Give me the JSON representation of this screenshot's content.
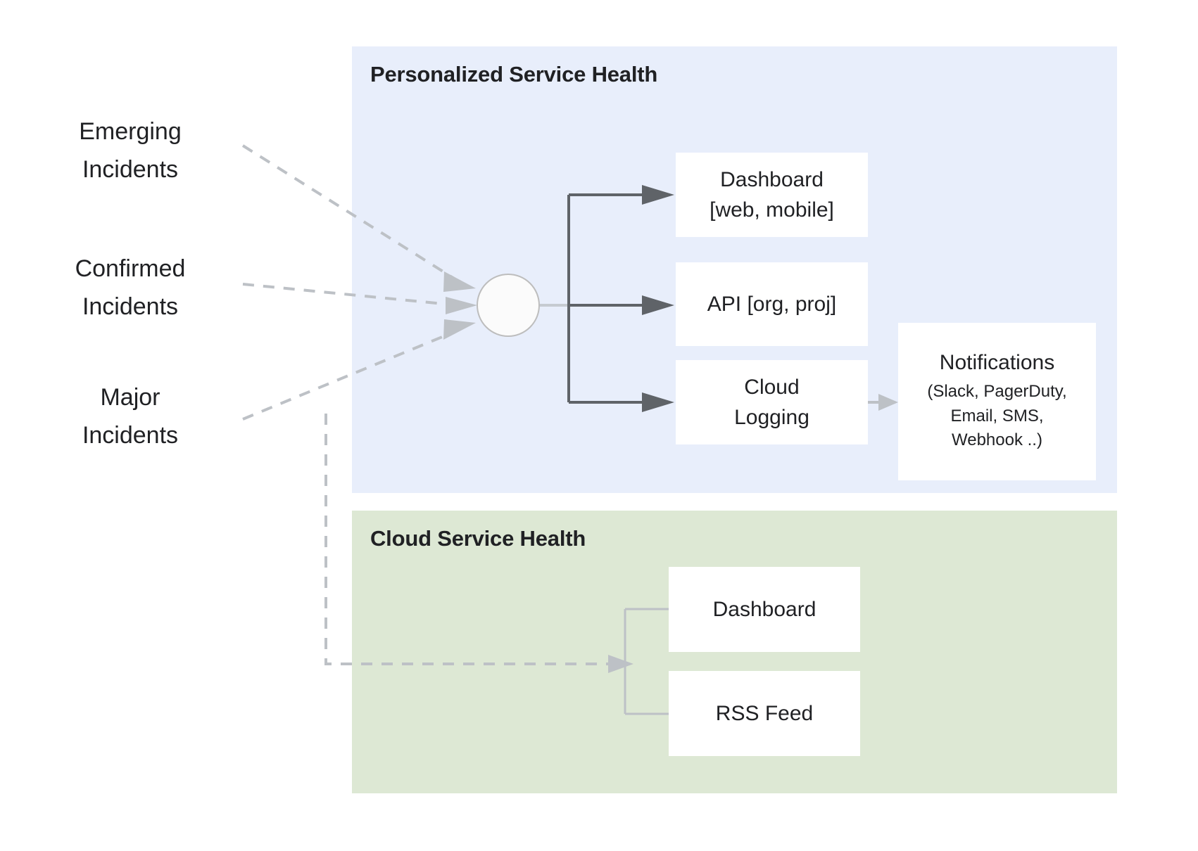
{
  "diagram": {
    "sources": [
      {
        "id": "emerging",
        "line1": "Emerging",
        "line2": "Incidents"
      },
      {
        "id": "confirmed",
        "line1": "Confirmed",
        "line2": "Incidents"
      },
      {
        "id": "major",
        "line1": "Major",
        "line2": "Incidents"
      }
    ],
    "panels": [
      {
        "id": "personalized-service-health",
        "title": "Personalized Service Health",
        "color": "#e8eefb",
        "nodes": [
          {
            "id": "dashboard-psh",
            "line1": "Dashboard",
            "line2": "[web, mobile]"
          },
          {
            "id": "api",
            "line1": "API [org, proj]",
            "line2": ""
          },
          {
            "id": "cloud-logging",
            "line1": "Cloud",
            "line2": "Logging"
          },
          {
            "id": "notifications",
            "title": "Notifications",
            "sub_line1": "(Slack, PagerDuty,",
            "sub_line2": "Email, SMS,",
            "sub_line3": "Webhook ..)"
          }
        ]
      },
      {
        "id": "cloud-service-health",
        "title": "Cloud Service Health",
        "color": "#dde8d4",
        "nodes": [
          {
            "id": "dashboard-csh",
            "line1": "Dashboard",
            "line2": ""
          },
          {
            "id": "rss-feed",
            "line1": "RSS Feed",
            "line2": ""
          }
        ]
      }
    ],
    "hub": {
      "id": "aggregation-hub",
      "label": ""
    },
    "colors": {
      "panel_blue": "#e8eefb",
      "panel_green": "#dde8d4",
      "box_fill": "#ffffff",
      "solid_arrow": "#5f6368",
      "dashed_arrow": "#bdc1c6",
      "text": "#202124"
    }
  }
}
